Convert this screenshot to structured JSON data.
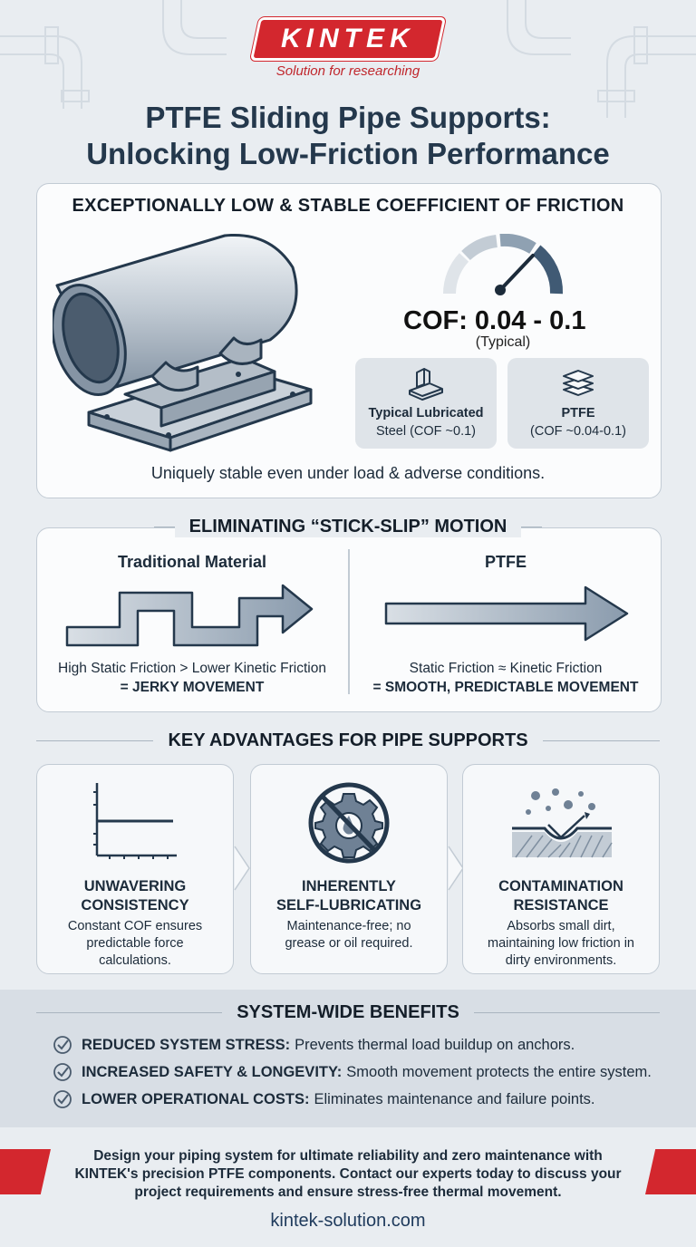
{
  "brand": {
    "name": "KINTEK",
    "tagline": "Solution for researching",
    "color": "#d3272e"
  },
  "title": {
    "line1": "PTFE Sliding Pipe Supports:",
    "line2": "Unlocking Low-Friction Performance"
  },
  "cof_section": {
    "heading": "EXCEPTIONALLY LOW & STABLE COEFFICIENT OF FRICTION",
    "value": "COF: 0.04 - 0.1",
    "value_note": "(Typical)",
    "steel": {
      "name": "Typical Lubricated",
      "detail": "Steel (COF ~0.1)",
      "icon": "steel-block-icon"
    },
    "ptfe": {
      "name": "PTFE",
      "detail": "(COF ~0.04-0.1)",
      "icon": "layers-icon"
    },
    "note": "Uniquely stable even under load & adverse conditions."
  },
  "stick_slip": {
    "heading": "ELIMINATING “STICK-SLIP” MOTION",
    "left": {
      "title": "Traditional Material",
      "line1": "High Static Friction > Lower Kinetic Friction",
      "line2": "= JERKY MOVEMENT"
    },
    "right": {
      "title": "PTFE",
      "line1": "Static Friction ≈ Kinetic Friction",
      "line2": "= SMOOTH, PREDICTABLE MOVEMENT"
    }
  },
  "advantages": {
    "heading": "KEY ADVANTAGES FOR PIPE SUPPORTS",
    "items": [
      {
        "title1": "UNWAVERING",
        "title2": "CONSISTENCY",
        "desc1": "Constant COF ensures",
        "desc2": "predictable force",
        "desc3": "calculations.",
        "icon": "flat-line-chart-icon"
      },
      {
        "title1": "INHERENTLY",
        "title2": "SELF-LUBRICATING",
        "desc1": "Maintenance-free; no",
        "desc2": "grease or oil required.",
        "desc3": "",
        "icon": "no-oil-gear-icon"
      },
      {
        "title1": "CONTAMINATION",
        "title2": "RESISTANCE",
        "desc1": "Absorbs small dirt,",
        "desc2": "maintaining low friction in",
        "desc3": "dirty environments.",
        "icon": "particles-surface-icon"
      }
    ]
  },
  "benefits": {
    "heading": "SYSTEM-WIDE BENEFITS",
    "items": [
      {
        "label": "REDUCED SYSTEM STRESS:",
        "text": "Prevents thermal load buildup on anchors."
      },
      {
        "label": "INCREASED SAFETY & LONGEVITY:",
        "text": "Smooth movement protects the entire system."
      },
      {
        "label": "LOWER OPERATIONAL COSTS:",
        "text": "Eliminates maintenance and failure points."
      }
    ]
  },
  "cta": {
    "line1": "Design your piping system for ultimate reliability and zero maintenance with",
    "line2": "KINTEK's precision PTFE components. Contact our experts today to discuss your",
    "line3": "project requirements and ensure stress-free thermal movement."
  },
  "website": "kintek-solution.com"
}
